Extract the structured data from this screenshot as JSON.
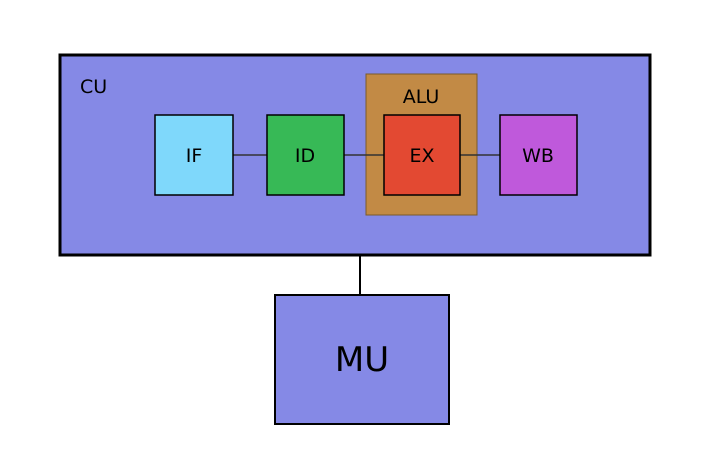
{
  "diagram": {
    "cu": {
      "label": "CU",
      "color": "#8589e6"
    },
    "alu": {
      "label": "ALU",
      "color": "#c28a45"
    },
    "stages": [
      {
        "label": "IF",
        "color": "#7fd8fb"
      },
      {
        "label": "ID",
        "color": "#37b956"
      },
      {
        "label": "EX",
        "color": "#e34932"
      },
      {
        "label": "WB",
        "color": "#bf59db"
      }
    ],
    "mu": {
      "label": "MU",
      "color": "#8589e6"
    },
    "connections": [
      [
        "IF",
        "ID"
      ],
      [
        "ID",
        "EX"
      ],
      [
        "EX",
        "WB"
      ],
      [
        "CU",
        "MU"
      ]
    ]
  }
}
